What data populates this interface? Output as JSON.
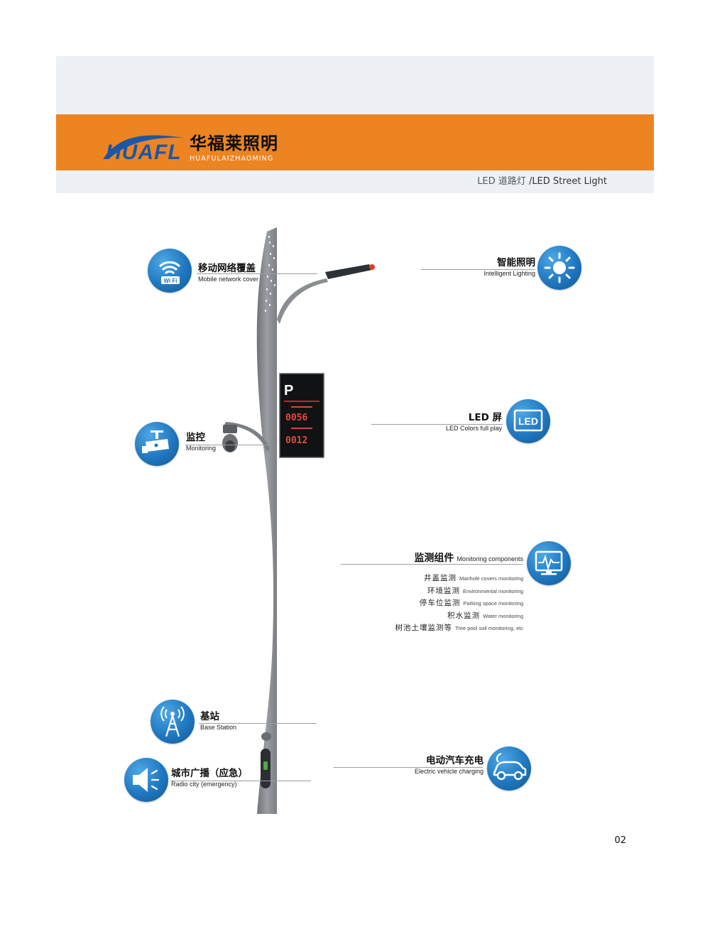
{
  "brand": {
    "name_cn": "华福莱照明",
    "name_en": "HUAFULAIZHAOMING",
    "logo_text": "HUAFL"
  },
  "header": {
    "category_cn": "LED 道路灯",
    "category_en": "/LED Street Light"
  },
  "display_panel": {
    "p_mark": "P",
    "value1": "0056",
    "value2": "0012"
  },
  "features": {
    "wifi": {
      "cn": "移动网络覆盖",
      "en": "Mobile network cover",
      "badge": "Wi Fi",
      "icon": "wifi-icon"
    },
    "lighting": {
      "cn": "智能照明",
      "en": "Intelligent Lighting",
      "icon": "sun-icon"
    },
    "monitoring": {
      "cn": "监控",
      "en": "Monitoring",
      "icon": "cctv-camera-icon"
    },
    "led": {
      "cn": "LED 屏",
      "en": "LED Colors full play",
      "badge": "LED",
      "icon": "led-screen-icon"
    },
    "base_station": {
      "cn": "基站",
      "en": "Base Station",
      "icon": "antenna-tower-icon"
    },
    "radio": {
      "cn": "城市广播（应急）",
      "en": "Radio city (emergency)",
      "icon": "speaker-icon"
    },
    "ev_charging": {
      "cn": "电动汽车充电",
      "en": "Electric vehicle charging",
      "icon": "ev-car-icon"
    }
  },
  "monitoring_components": {
    "title_cn": "监测组件",
    "title_en": "Monitoring components",
    "icon": "monitor-pulse-icon",
    "items": [
      {
        "cn": "井盖监测",
        "en": "Manhole covers monitoring"
      },
      {
        "cn": "环境监测",
        "en": "Environmental monitoring"
      },
      {
        "cn": "停车位监测",
        "en": "Parking space monitoring"
      },
      {
        "cn": "积水监测",
        "en": "Water monitoring"
      },
      {
        "cn": "树池土壤监测等",
        "en": "Tree pool soil monitoring, etc"
      }
    ]
  },
  "page_number": "02",
  "colors": {
    "orange_band": "#ec8422",
    "header_bg": "#edf0f4",
    "icon_blue": "#1f77c0",
    "logo_blue": "#1d56a5",
    "pole_gray": "#86898d"
  }
}
